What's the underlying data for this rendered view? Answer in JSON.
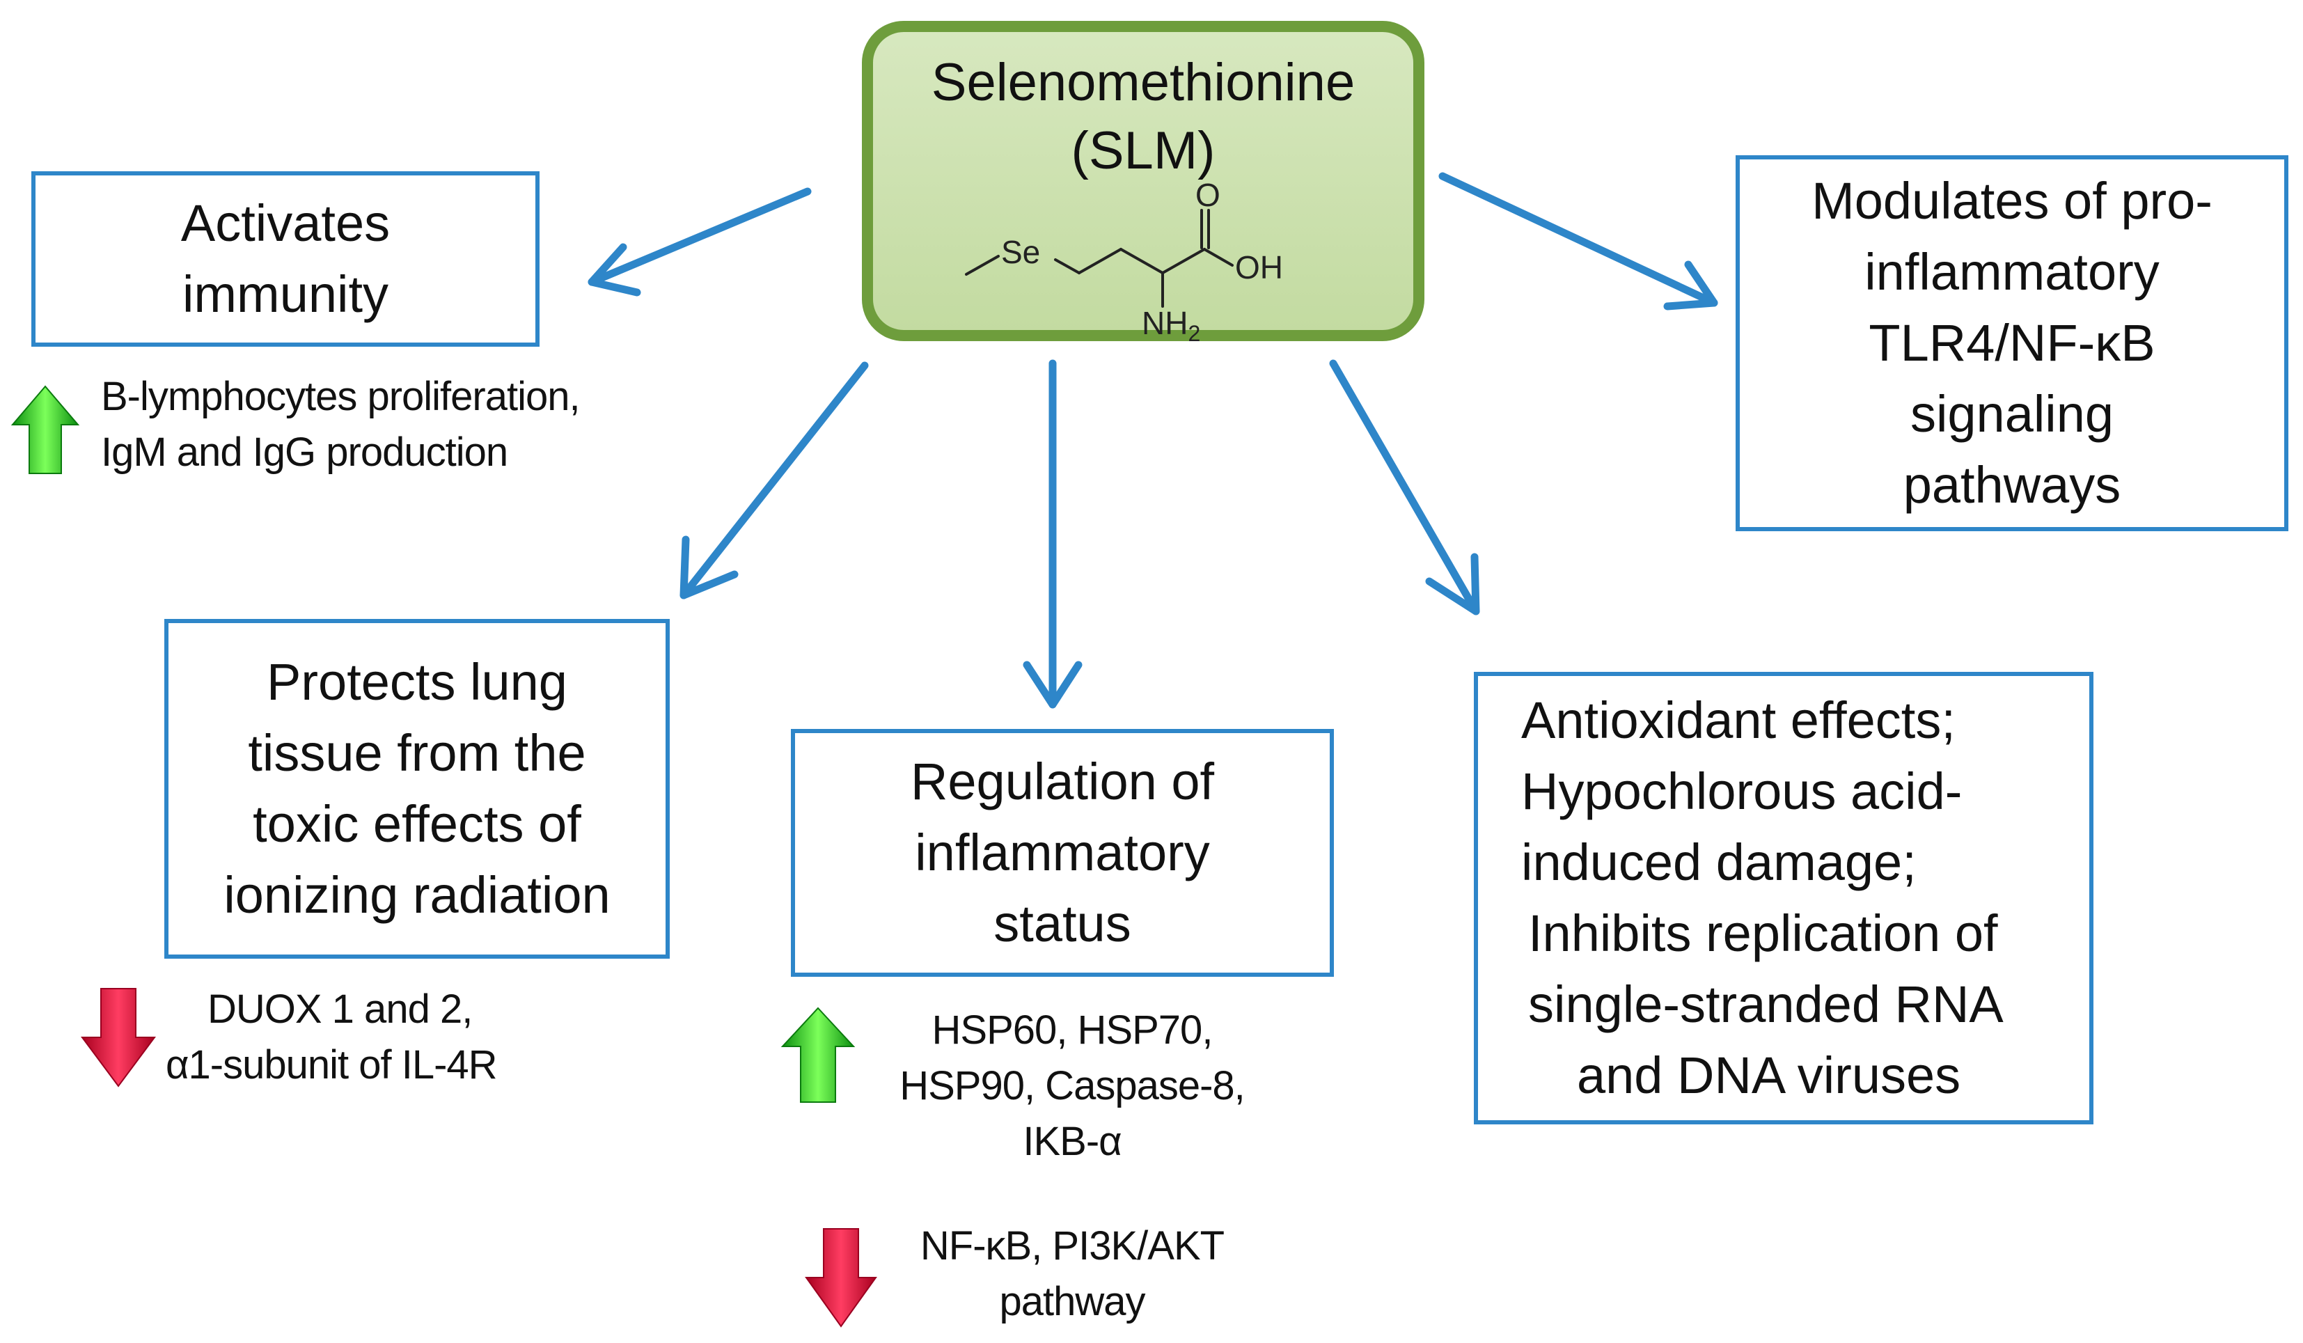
{
  "center": {
    "title_lines": [
      "Selenomethionine",
      "(SLM)"
    ],
    "structure_labels": {
      "se": "Se",
      "o": "O",
      "oh": "OH",
      "nh2": "NH",
      "nh2_sub": "2"
    }
  },
  "boxes": {
    "immunity": {
      "lines": [
        "Activates",
        "immunity"
      ]
    },
    "tlr4": {
      "lines": [
        "Modulates of pro-",
        "inflammatory",
        "TLR4/NF-κB",
        "signaling",
        "pathways"
      ]
    },
    "lung": {
      "lines": [
        "Protects lung",
        "tissue from the",
        "toxic effects of",
        "ionizing radiation"
      ]
    },
    "inflammatory": {
      "lines": [
        "Regulation of",
        "inflammatory",
        "status"
      ]
    },
    "antioxidant": {
      "lines": [
        "Antioxidant effects;",
        "Hypochlorous acid-",
        "induced damage;",
        "Inhibits replication of",
        "single-stranded RNA",
        "and DNA viruses"
      ]
    }
  },
  "notes": {
    "immunity_up": {
      "direction": "up",
      "lines": [
        "B-lymphocytes proliferation,",
        "IgM and IgG production"
      ]
    },
    "lung_down": {
      "direction": "down",
      "lines": [
        "DUOX 1 and 2,",
        "α1-subunit of IL-4R"
      ]
    },
    "inflam_up": {
      "direction": "up",
      "lines": [
        "HSP60, HSP70,",
        "HSP90, Caspase-8,",
        "IKB-α"
      ]
    },
    "inflam_down": {
      "direction": "down",
      "lines": [
        "NF-κB, PI3K/AKT",
        "pathway"
      ]
    }
  },
  "colors": {
    "box_border": "#2e86c9",
    "arrow": "#2e86c9",
    "center_border": "#6e9d3c",
    "center_fill": "#cfe3b2",
    "up_arrow": "#22c31f",
    "down_arrow": "#e3123c"
  }
}
